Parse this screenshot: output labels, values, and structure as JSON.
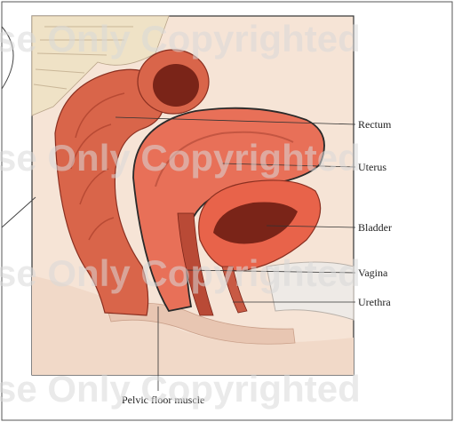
{
  "labels": {
    "rectum": "Rectum",
    "uterus": "Uterus",
    "bladder": "Bladder",
    "vagina": "Vagina",
    "urethra": "Urethra",
    "pelvic_floor": "Pelvic floor muscle"
  },
  "watermarks": [
    "se Only Copyrighted",
    "se Only Copyrighted",
    "se Only Copyrighted",
    "se Only Copyrighted"
  ],
  "colors": {
    "tissue": "#d9654a",
    "tissue_dark": "#a63a28",
    "lumen": "#7a2418",
    "panel": "#f5e2d3",
    "bone": "#efe0c4"
  }
}
